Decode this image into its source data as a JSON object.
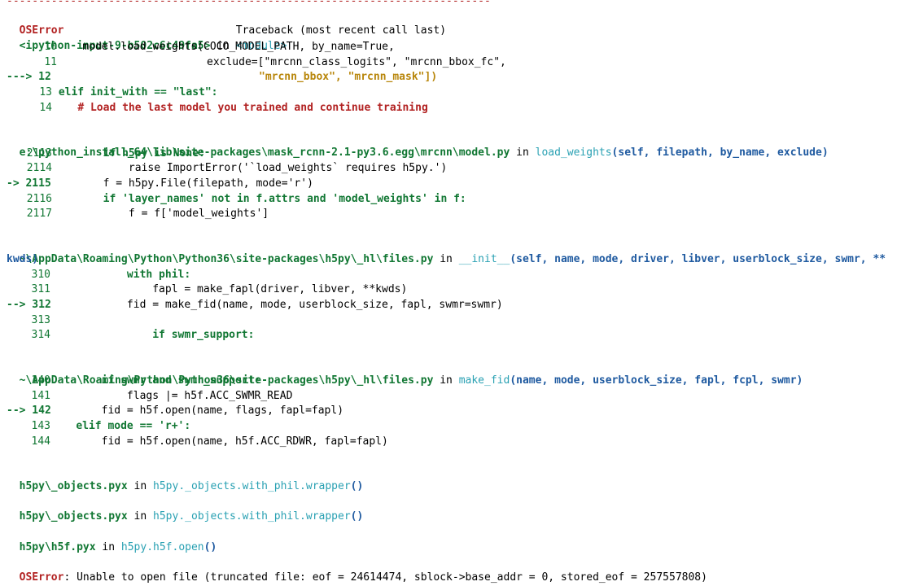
{
  "header": {
    "divider": "-------------------------------------------------------------------------------------------------------------",
    "error_type": "OSError",
    "traceback_label": "Traceback (most recent call last)"
  },
  "frames": [
    {
      "location": "<ipython-input-9-b502c6c49fa5>",
      "in_word": "in",
      "func": "<module>",
      "lines": [
        {
          "num": "10",
          "code": "model.load_weights(COCO_MODEL_PATH, by_name=True,"
        },
        {
          "num": "11",
          "code": "exclude=[\"mrcnn_class_logits\", \"mrcnn_bbox_fc\","
        },
        {
          "num": "---> 12",
          "code": "\"mrcnn_bbox\", \"mrcnn_mask\"])"
        },
        {
          "num": "13",
          "code": "elif init_with == \"last\":"
        },
        {
          "num": "14",
          "code": "# Load the last model you trained and continue training"
        }
      ]
    },
    {
      "location": "e:\\python_install_64\\lib\\site-packages\\mask_rcnn-2.1-py3.6.egg\\mrcnn\\model.py",
      "in_word": "in",
      "func": "load_weights",
      "args": "(self, filepath, by_name, exclude)",
      "lines": [
        {
          "num": "2113",
          "code": "if h5py is None:"
        },
        {
          "num": "2114",
          "code": "raise ImportError('`load_weights` requires h5py.')"
        },
        {
          "num": "-> 2115",
          "code": "f = h5py.File(filepath, mode='r')"
        },
        {
          "num": "2116",
          "code": "if 'layer_names' not in f.attrs and 'model_weights' in f:"
        },
        {
          "num": "2117",
          "code": "f = f['model_weights']"
        }
      ]
    },
    {
      "location": "~\\AppData\\Roaming\\Python\\Python36\\site-packages\\h5py\\_hl\\files.py",
      "in_word": "in",
      "func": "__init__",
      "args": "(self, name, mode, driver, libver, userblock_size, swmr, **",
      "args_cont": "kwds)",
      "lines": [
        {
          "num": "310",
          "code": "with phil:"
        },
        {
          "num": "311",
          "code": "fapl = make_fapl(driver, libver, **kwds)"
        },
        {
          "num": "--> 312",
          "code": "fid = make_fid(name, mode, userblock_size, fapl, swmr=swmr)"
        },
        {
          "num": "313",
          "code": ""
        },
        {
          "num": "314",
          "code": "if swmr_support:"
        }
      ]
    },
    {
      "location": "~\\AppData\\Roaming\\Python\\Python36\\site-packages\\h5py\\_hl\\files.py",
      "in_word": "in",
      "func": "make_fid",
      "args": "(name, mode, userblock_size, fapl, fcpl, swmr)",
      "lines": [
        {
          "num": "140",
          "code": "if swmr and swmr_support:"
        },
        {
          "num": "141",
          "code": "flags |= h5f.ACC_SWMR_READ"
        },
        {
          "num": "--> 142",
          "code": "fid = h5f.open(name, flags, fapl=fapl)"
        },
        {
          "num": "143",
          "code": "elif mode == 'r+':"
        },
        {
          "num": "144",
          "code": "fid = h5f.open(name, h5f.ACC_RDWR, fapl=fapl)"
        }
      ]
    },
    {
      "location": "h5py\\_objects.pyx",
      "in_word": "in",
      "func": "h5py._objects.with_phil.wrapper",
      "paren": "()"
    },
    {
      "location": "h5py\\_objects.pyx",
      "in_word": "in",
      "func": "h5py._objects.with_phil.wrapper",
      "paren": "()"
    },
    {
      "location": "h5py\\h5f.pyx",
      "in_word": "in",
      "func": "h5py.h5f.open",
      "paren": "()"
    }
  ],
  "final_error": {
    "type": "OSError",
    "message": ": Unable to open file (truncated file: eof = 24614474, sblock->base_addr = 0, stored_eof = 257557808)"
  }
}
